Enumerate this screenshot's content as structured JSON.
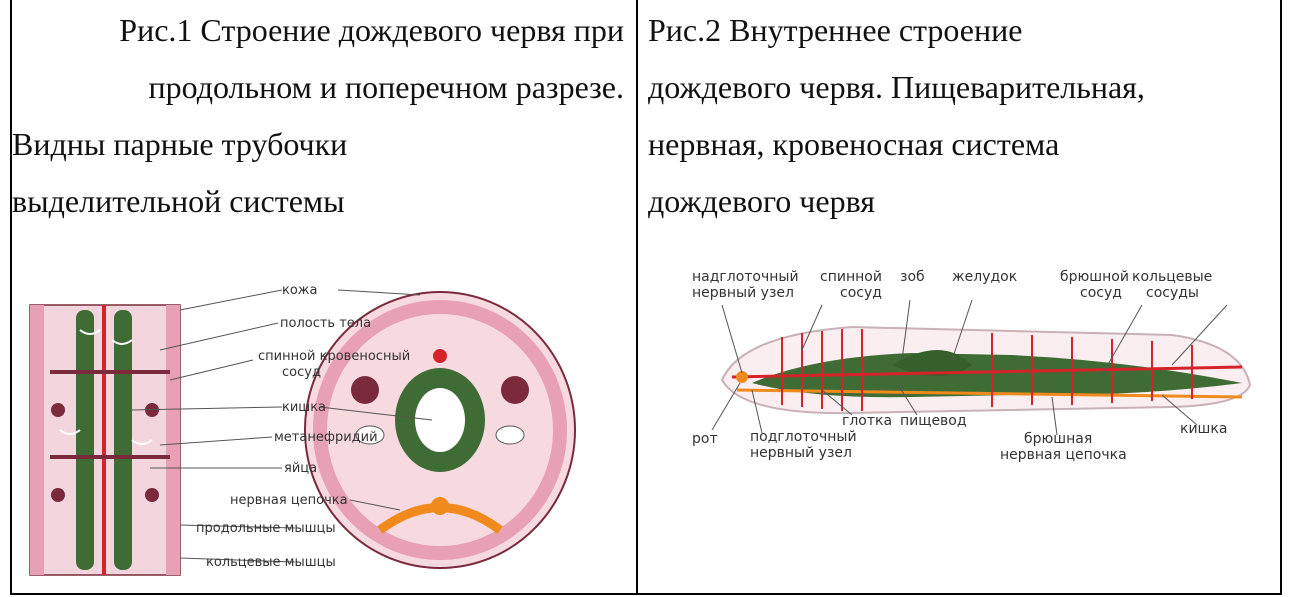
{
  "fig1": {
    "caption_lines": [
      "Рис.1 Строение дождевого червя при",
      "продольном и поперечном разрезе.",
      "Видны парные трубочки",
      "выделительной системы"
    ],
    "labels": {
      "skin": "кожа",
      "body_cavity": "полость тела",
      "dorsal_vessel_1": "спинной кровеносный",
      "dorsal_vessel_2": "сосуд",
      "intestine": "кишка",
      "metanephridium": "метанефридий",
      "eggs": "яйца",
      "nerve_chain": "нервная цепочка",
      "longitudinal_muscles": "продольные мышцы",
      "circular_muscles": "кольцевые мышцы"
    }
  },
  "fig2": {
    "caption_lines": [
      "Рис.2 Внутреннее строение",
      "дождевого червя. Пищеварительная,",
      "нервная, кровеносная система",
      "дождевого червя"
    ],
    "labels": {
      "supra_1": "надглоточный",
      "supra_2": "нервный узел",
      "dorsal_1": "спинной",
      "dorsal_2": "сосуд",
      "crop": "зоб",
      "stomach": "желудок",
      "ventral_1": "брюшной",
      "ventral_2": "сосуд",
      "ring_1": "кольцевые",
      "ring_2": "сосуды",
      "mouth": "рот",
      "pharynx": "глотка",
      "esophagus": "пищевод",
      "sub_1": "подглоточный",
      "sub_2": "нервный узел",
      "chain_1": "брюшная",
      "chain_2": "нервная цепочка",
      "intestine": "кишка"
    }
  },
  "colors": {
    "muscle_pink": "#e8a0b4",
    "gut_green": "#3f6b34",
    "vessel_red": "#d4232a",
    "nerve_orange": "#f08a1c",
    "tissue_dark": "#7a2a3a"
  }
}
